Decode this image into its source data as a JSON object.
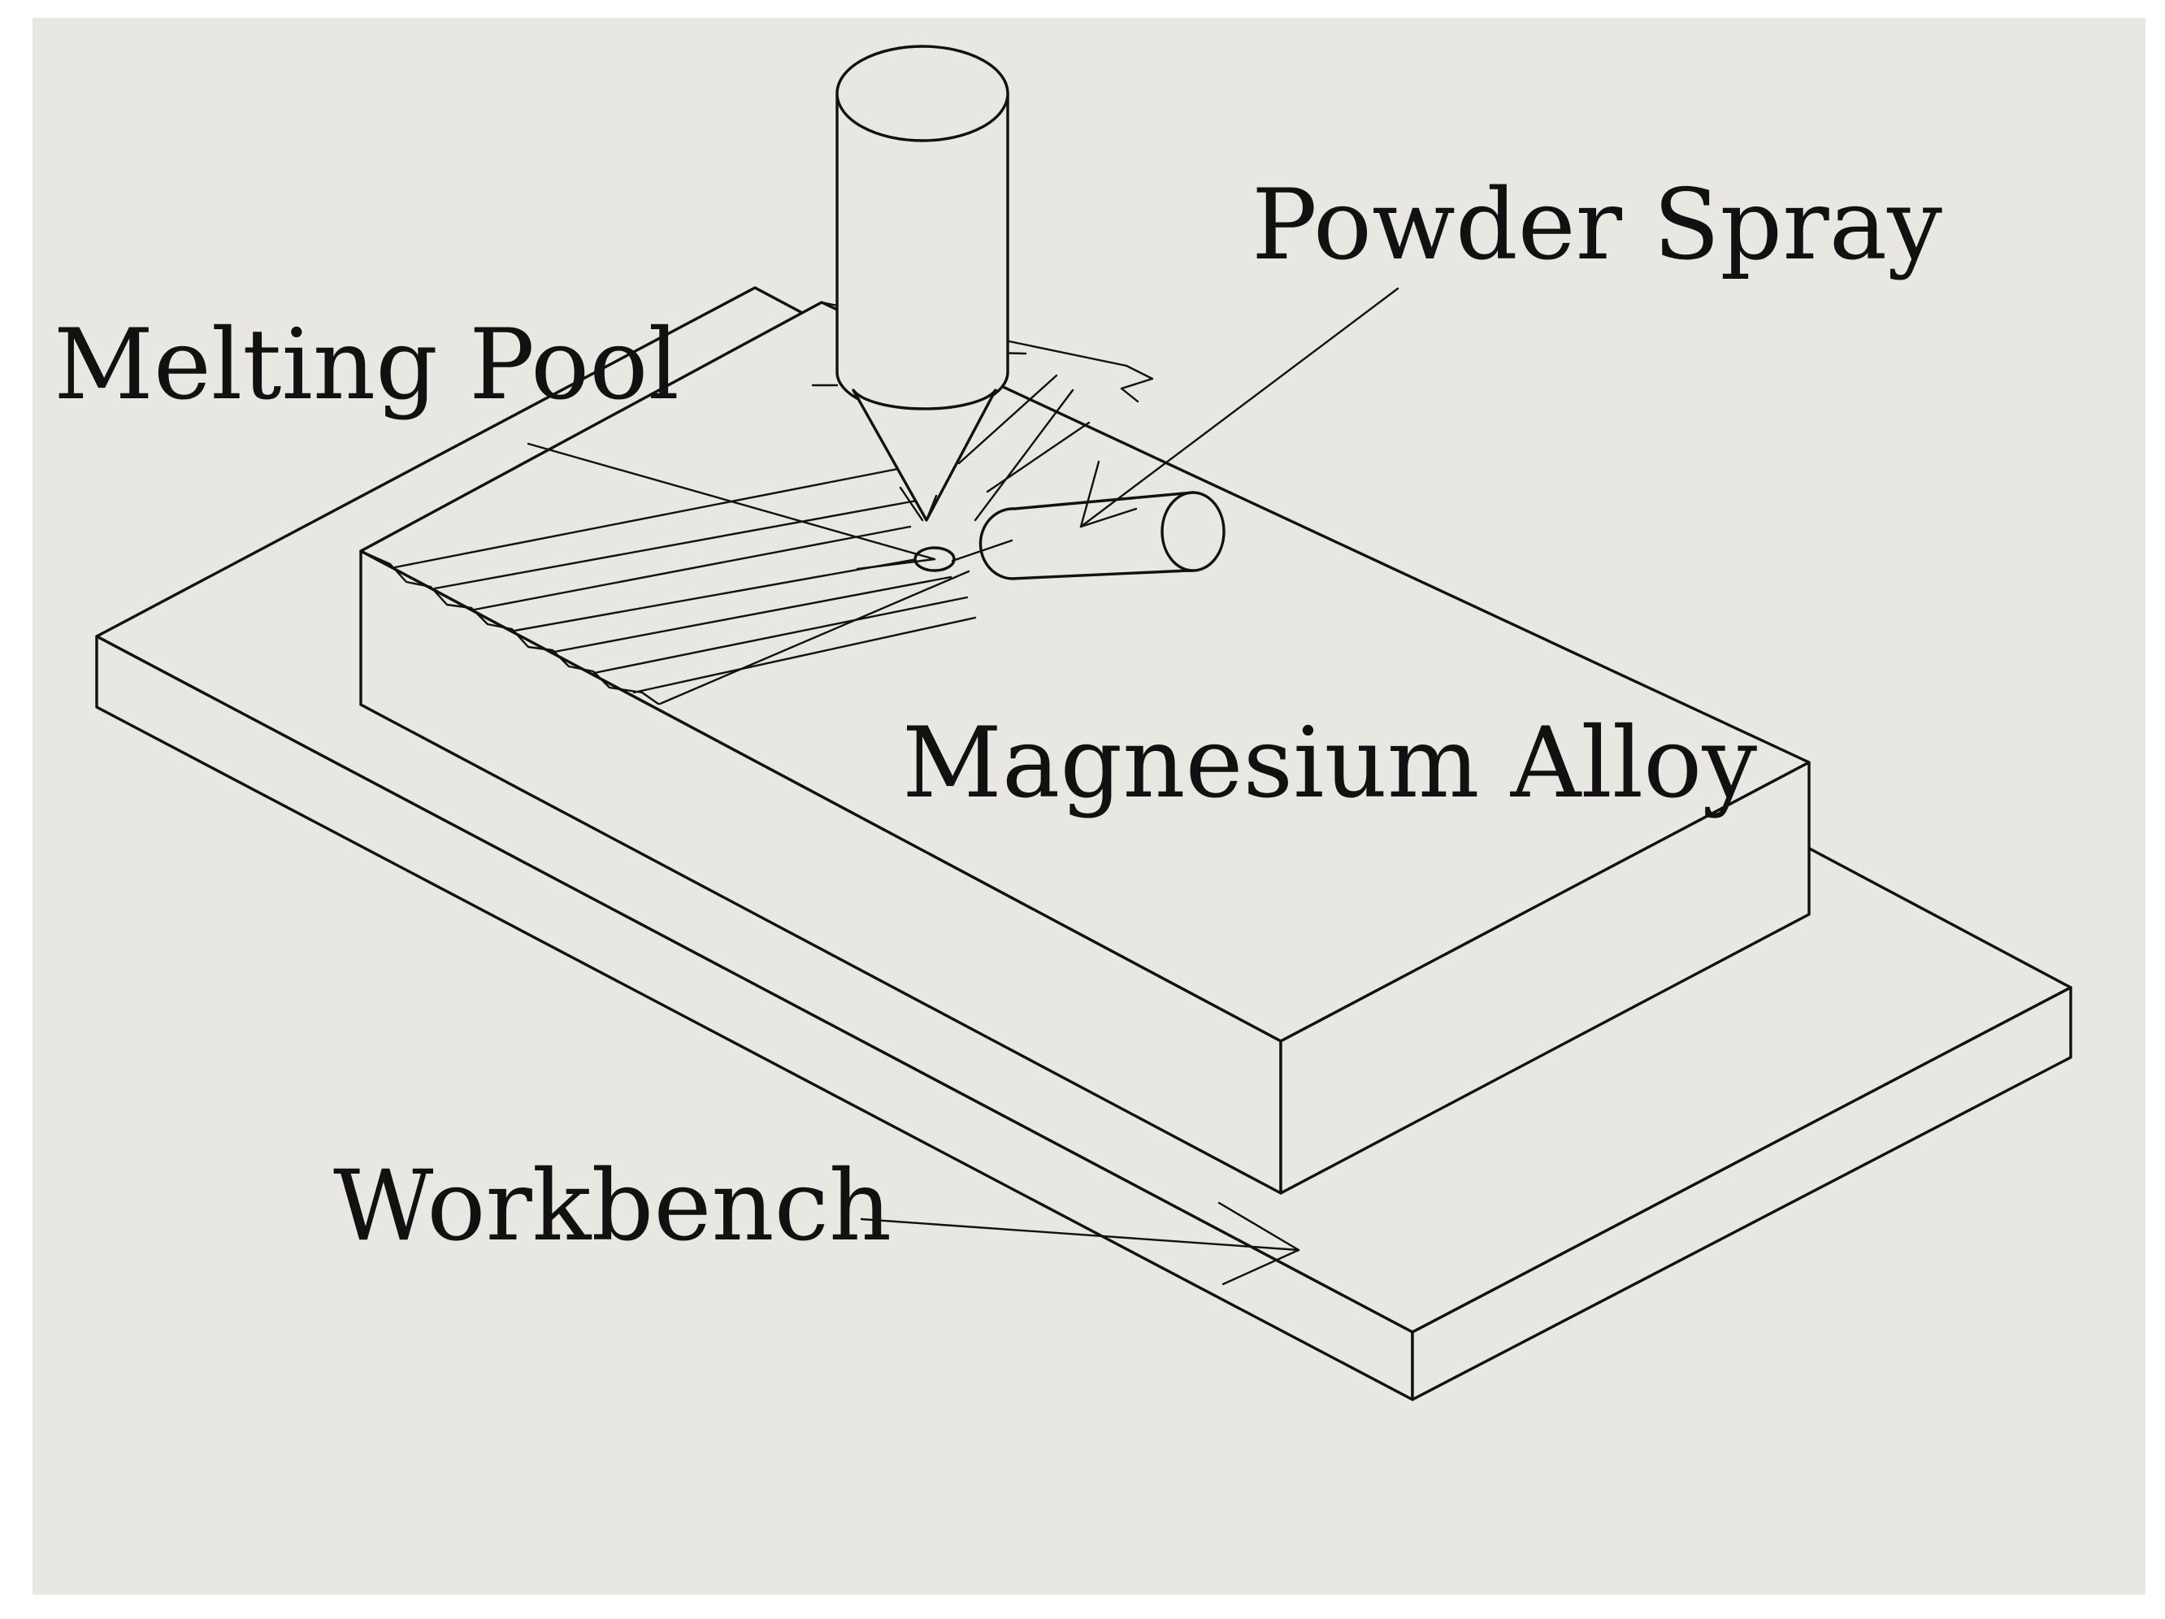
{
  "colors": {
    "background": "#e8e7e1",
    "ink": "#111111",
    "page": "#ffffff"
  },
  "labels": {
    "powder_spray": "Powder Spray",
    "melting_pool": "Melting Pool",
    "magnesium_alloy": "Magnesium Alloy",
    "workbench": "Workbench"
  }
}
